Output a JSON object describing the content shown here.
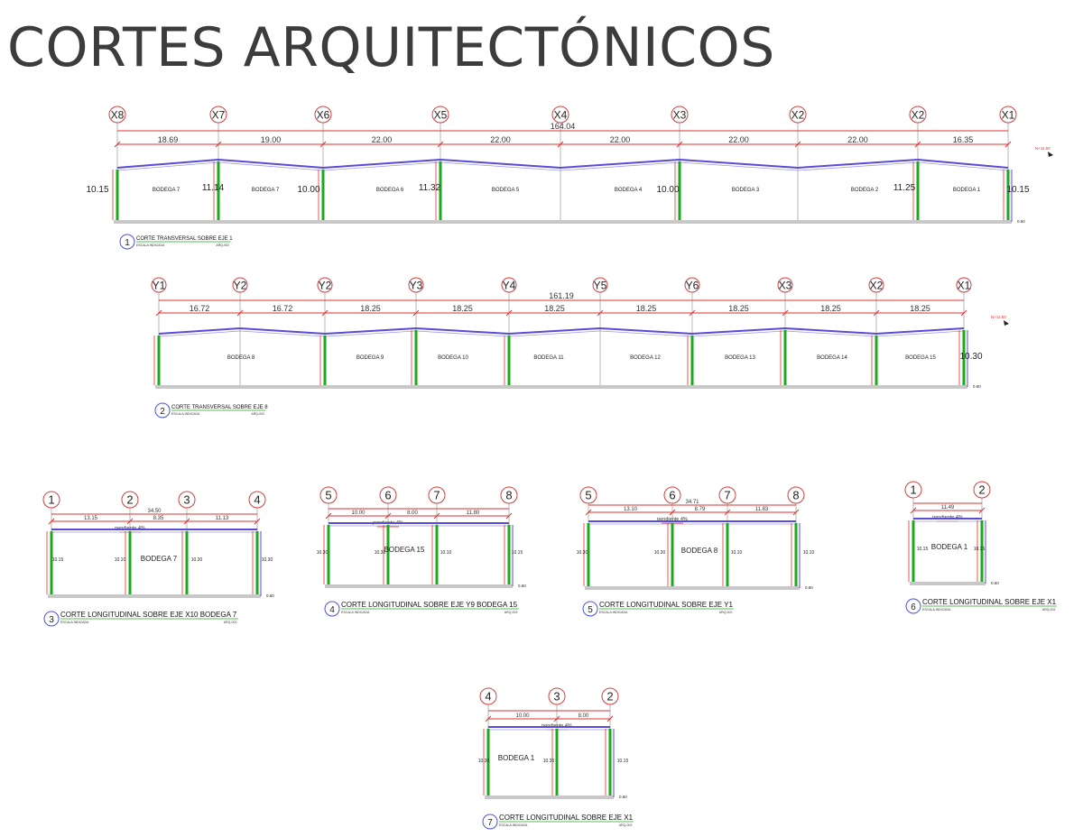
{
  "title": "CORTES ARQUITECTÓNICOS",
  "common": {
    "scale_label": "ESCALA  INDICADA",
    "sheet_code": "ARQ-002",
    "slope_label": "pendiente 4%",
    "base_level": "0.60",
    "roof_level": "N+11.50"
  },
  "sections": [
    {
      "number": "1",
      "caption": "CORTE TRANSVERSAL SOBRE EJE 1",
      "total_dim": "164.04",
      "axes": [
        "X8",
        "X7",
        "X6",
        "X5",
        "X4",
        "X3",
        "X2",
        "X2",
        "X1"
      ],
      "spans": [
        "18.69",
        "19.00",
        "22.00",
        "22.00",
        "22.00",
        "22.00",
        "22.00",
        "16.35"
      ],
      "bays": [
        "BODEGA 7",
        "BODEGA 7",
        "BODEGA 6",
        "BODEGA 5",
        "BODEGA 4",
        "BODEGA 3",
        "BODEGA 2",
        "BODEGA 1"
      ],
      "heights": [
        "10.15",
        "11.14",
        "10.00",
        "11.32",
        "10.00",
        "11.25",
        "10.15"
      ]
    },
    {
      "number": "2",
      "caption": "CORTE TRANSVERSAL SOBRE EJE 8",
      "total_dim": "161.19",
      "axes": [
        "Y1",
        "Y2",
        "Y2",
        "Y3",
        "Y4",
        "Y5",
        "Y6",
        "X3",
        "X2",
        "X1"
      ],
      "spans": [
        "16.72",
        "16.72",
        "18.25",
        "18.25",
        "18.25",
        "18.25",
        "18.25",
        "18.25",
        "18.25"
      ],
      "bays": [
        "BODEGA 8",
        "BODEGA 9",
        "BODEGA 10",
        "BODEGA 11",
        "BODEGA 12",
        "BODEGA 13",
        "BODEGA 14",
        "BODEGA 15"
      ],
      "heights": [
        "10.30"
      ]
    },
    {
      "number": "3",
      "caption": "CORTE LONGITUDINAL SOBRE EJE X10 BODEGA 7",
      "total_dim": "34.50",
      "axes": [
        "1",
        "2",
        "3",
        "4"
      ],
      "spans": [
        "13.15",
        "8.35",
        "11.13"
      ],
      "bays": [
        "BODEGA 7"
      ],
      "heights": [
        "10.15",
        "10.10",
        "10.30",
        "10.30"
      ]
    },
    {
      "number": "4",
      "caption": "CORTE LONGITUDINAL SOBRE EJE Y9 BODEGA 15",
      "total_dim": "",
      "axes": [
        "5",
        "6",
        "7",
        "8"
      ],
      "spans": [
        "10.00",
        "8.00",
        "11.80"
      ],
      "bays": [
        "BODEGA 15"
      ],
      "heights": [
        "10.30",
        "10.30",
        "10.10",
        "10.15"
      ]
    },
    {
      "number": "5",
      "caption": "CORTE LONGITUDINAL SOBRE EJE Y1",
      "total_dim": "34.71",
      "axes": [
        "5",
        "6",
        "7",
        "8"
      ],
      "spans": [
        "13.10",
        "8.79",
        "11.83"
      ],
      "bays": [
        "BODEGA 8"
      ],
      "heights": [
        "10.30",
        "10.30",
        "10.10",
        "10.10"
      ]
    },
    {
      "number": "6",
      "caption": "CORTE LONGITUDINAL SOBRE EJE X1",
      "total_dim": "",
      "axes": [
        "1",
        "2"
      ],
      "spans": [
        "11.49"
      ],
      "bays": [
        "BODEGA 1"
      ],
      "heights": [
        "10.15",
        "10.15"
      ]
    },
    {
      "number": "7",
      "caption": "CORTE LONGITUDINAL SOBRE EJE X1",
      "total_dim": "",
      "axes": [
        "4",
        "3",
        "2"
      ],
      "spans": [
        "10.00",
        "8.00"
      ],
      "bays": [
        "BODEGA 1"
      ],
      "heights": [
        "10.30",
        "10.35",
        "10.15"
      ]
    }
  ],
  "colors": {
    "title": "#3c3c3c",
    "dimension": "#e03030",
    "roof": "#5a4bd8",
    "column": "#1ea81e",
    "ground": "#c8c8c8",
    "bubble": "#d04040",
    "callout": "#4a55d0"
  }
}
